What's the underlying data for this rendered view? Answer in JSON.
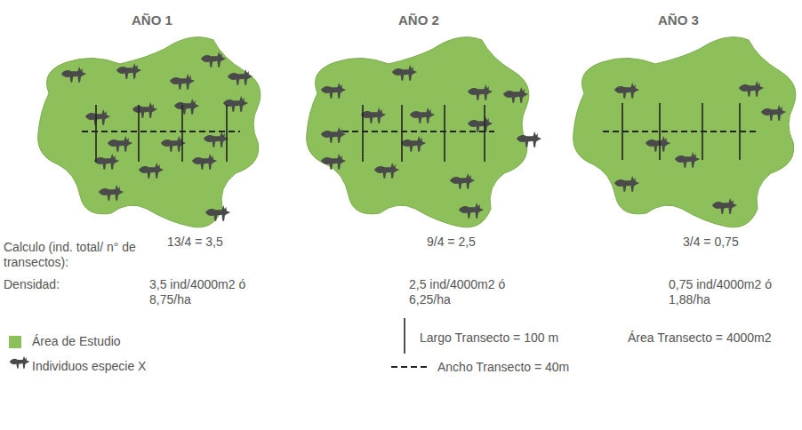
{
  "diagram": {
    "labels": [
      "AÑO 1",
      "AÑO 2",
      "AÑO 3",
      "Calculo (ind. total/ n° de transectos):",
      "13/4 = 3,5",
      "9/4 = 2,5",
      "3/4 = 0,75",
      "Densidad:",
      "3,5 ind/4000m2 ó 8,75/ha",
      "2,5 ind/4000m2 ó 6,25/ha",
      "0,75 ind/4000m2 ó 1,88/ha"
    ],
    "legend": [
      {
        "text": "Área de Estudio",
        "color": "#8dbf5a"
      },
      {
        "text": "Individuos especie X"
      },
      {
        "text": "Largo Transecto = 100 m"
      },
      {
        "text": "Ancho Transecto = 40m"
      },
      {
        "text": "Área Transecto = 4000m2"
      }
    ]
  }
}
